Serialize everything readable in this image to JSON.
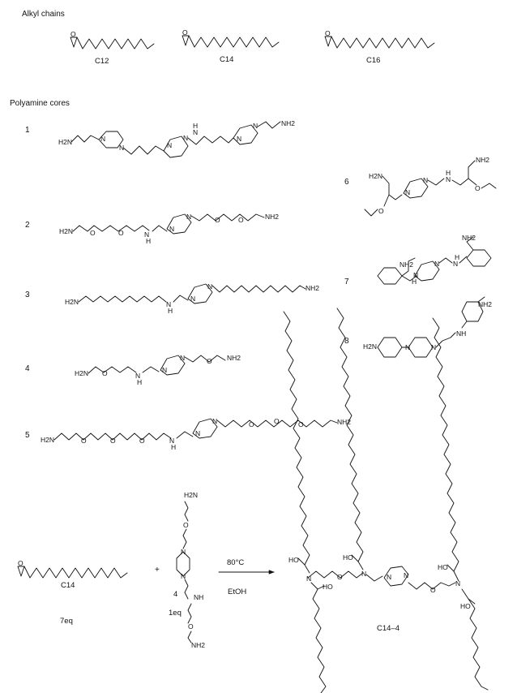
{
  "sections": {
    "alkyl": "Alkyl chains",
    "cores": "Polyamine cores"
  },
  "alkyl_labels": [
    "C12",
    "C14",
    "C16"
  ],
  "core_numbers": [
    "1",
    "2",
    "3",
    "4",
    "5",
    "6",
    "7",
    "8"
  ],
  "atoms": {
    "amine_terminal": "H2N",
    "amine_terminal_right": "NH2",
    "amine_secondary": "NH",
    "nitrogen": "N",
    "oxygen": "O",
    "hydroxyl": "HO",
    "secondary_h": "H"
  },
  "reaction": {
    "reagent_label": "C14",
    "reagent_eq": "7eq",
    "plus": "+",
    "core_label": "4",
    "core_eq": "1eq",
    "condition_top": "80°C",
    "condition_bottom": "EtOH",
    "product_label": "C14–4"
  }
}
